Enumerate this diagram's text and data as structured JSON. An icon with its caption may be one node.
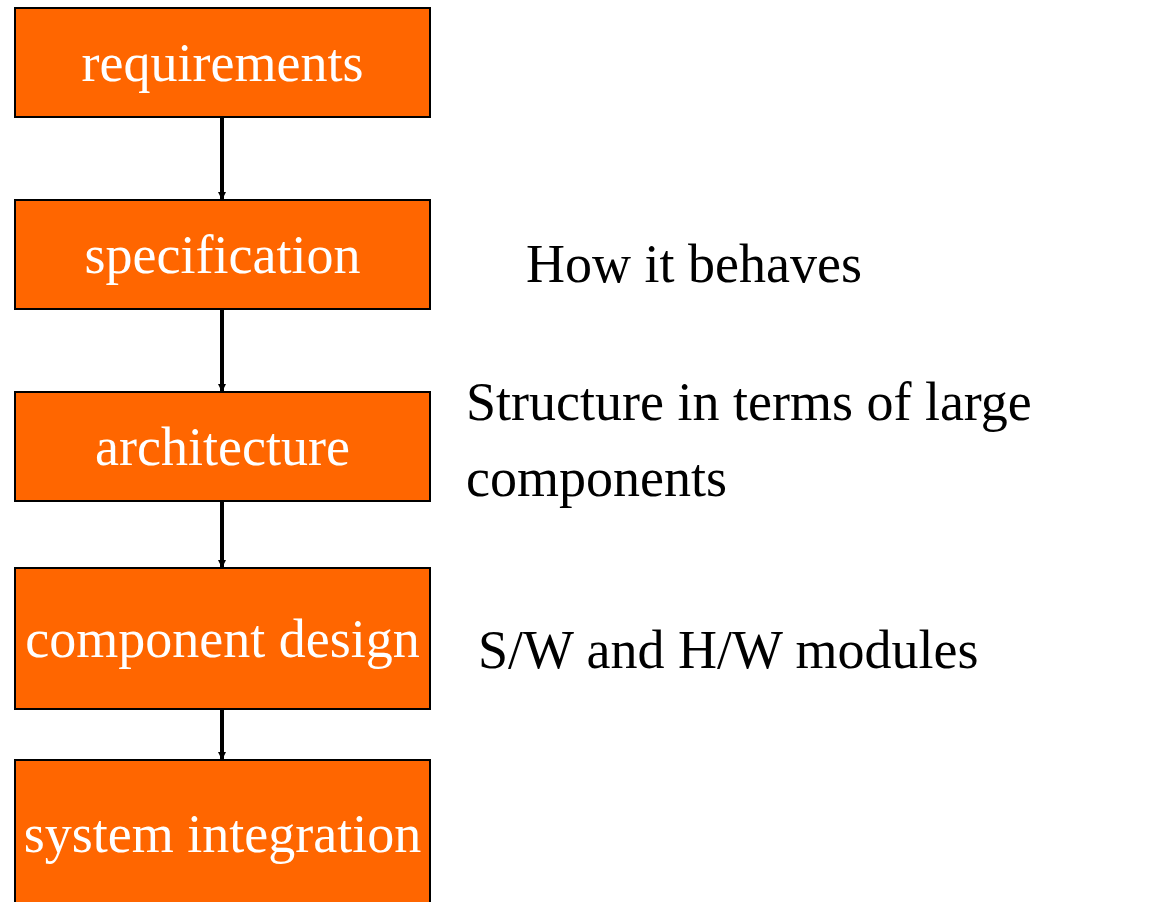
{
  "diagram": {
    "nodes": [
      {
        "text": [
          "requirements"
        ]
      },
      {
        "text": [
          "specification"
        ],
        "beside": [
          "How it behaves"
        ]
      },
      {
        "text": [
          "architecture"
        ],
        "beside": [
          "Structure in terms of large components"
        ]
      },
      {
        "text": [
          "component design"
        ],
        "beside": [
          "S/W and H/W modules"
        ]
      },
      {
        "text": [
          "system integration"
        ]
      }
    ],
    "edges": [
      {
        "from": 0,
        "to": 1,
        "arrow": "to"
      },
      {
        "from": 1,
        "to": 2,
        "arrow": "to"
      },
      {
        "from": 2,
        "to": 3,
        "arrow": "to"
      },
      {
        "from": 3,
        "to": 4,
        "arrow": "to"
      }
    ]
  }
}
